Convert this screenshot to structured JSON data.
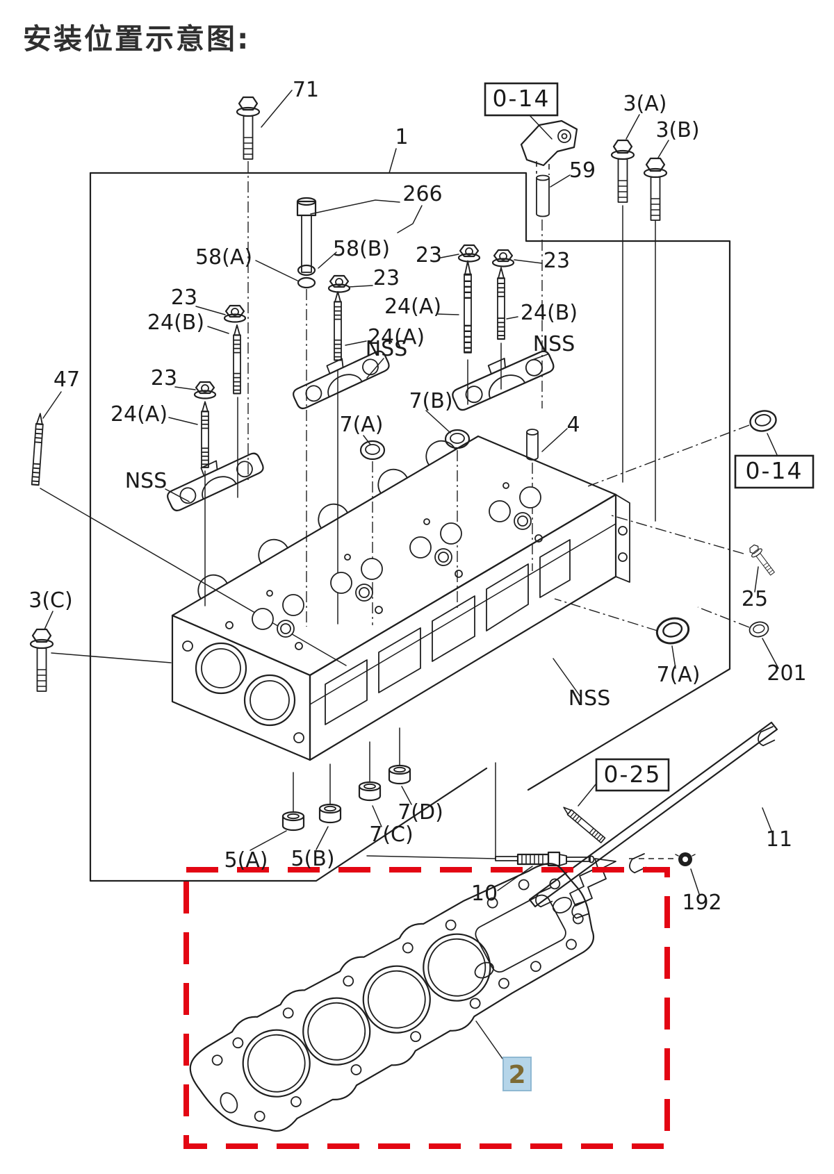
{
  "title": "安装位置示意图:",
  "colors": {
    "accent_red": "#e30613",
    "highlight_bg": "#b5d5e9",
    "highlight_border": "#8fb8d2",
    "highlight_text": "#7d6a33",
    "ink": "#1f1f1f"
  },
  "parts": {
    "p1": "1",
    "p2": "2",
    "p3a": "3(A)",
    "p3b": "3(B)",
    "p3c": "3(C)",
    "p4": "4",
    "p5a": "5(A)",
    "p5b": "5(B)",
    "p7a": "7(A)",
    "p7b": "7(B)",
    "p7c": "7(C)",
    "p7d": "7(D)",
    "p10": "10",
    "p11": "11",
    "p23": "23",
    "p24a": "24(A)",
    "p24b": "24(B)",
    "p25": "25",
    "p47": "47",
    "p58a": "58(A)",
    "p58b": "58(B)",
    "p59": "59",
    "p71": "71",
    "p192": "192",
    "p201": "201",
    "p266": "266",
    "nss": "NSS"
  },
  "references": {
    "r014": "0-14",
    "r025": "0-25"
  }
}
